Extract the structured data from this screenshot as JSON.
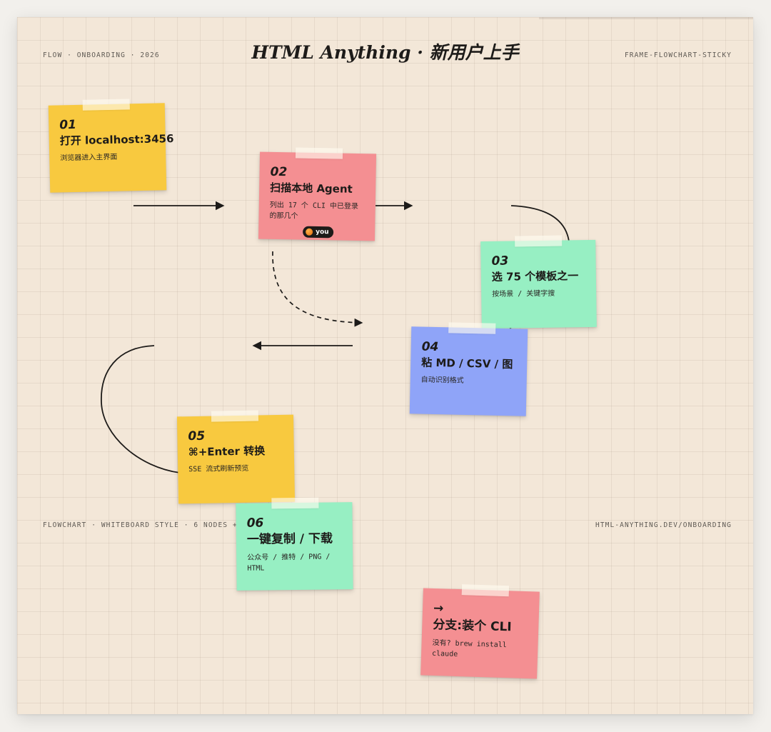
{
  "header": {
    "title": "HTML Anything · 新用户上手",
    "meta_left": "FLOW · ONBOARDING · 2026",
    "meta_right": "FRAME-FLOWCHART-STICKY"
  },
  "footer": {
    "meta_left": "FLOWCHART · WHITEBOARD STYLE · 6 NODES + 1 BRANCH",
    "meta_right": "HTML-ANYTHING.DEV/ONBOARDING"
  },
  "colors": {
    "board": "#f3e7d8",
    "yellow": "#f8c93f",
    "pink": "#f48f92",
    "green": "#97efc3",
    "blue": "#8fa4f8",
    "ink": "#1d1b19"
  },
  "notes": [
    {
      "num": "01",
      "heading": "打开 localhost:3456",
      "sub": "浏览器进入主界面",
      "color": "yellow"
    },
    {
      "num": "02",
      "heading": "扫描本地 Agent",
      "sub": "列出 17 个 CLI 中已登录的那几个",
      "badge": "you",
      "color": "pink"
    },
    {
      "num": "03",
      "heading": "选 75 个模板之一",
      "sub": "按场景 / 关键字搜",
      "color": "green"
    },
    {
      "num": "04",
      "heading": "粘 MD / CSV / 图",
      "sub": "自动识别格式",
      "color": "blue"
    },
    {
      "num": "05",
      "heading": "⌘+Enter 转换",
      "sub": "SSE 流式刷新预览",
      "color": "yellow"
    },
    {
      "num": "06",
      "heading": "一键复制 / 下载",
      "sub": "公众号 / 推特 / PNG / HTML",
      "color": "green"
    },
    {
      "num": "→",
      "heading": "分支:装个 CLI",
      "sub": "没有? brew install claude",
      "color": "pink"
    }
  ]
}
